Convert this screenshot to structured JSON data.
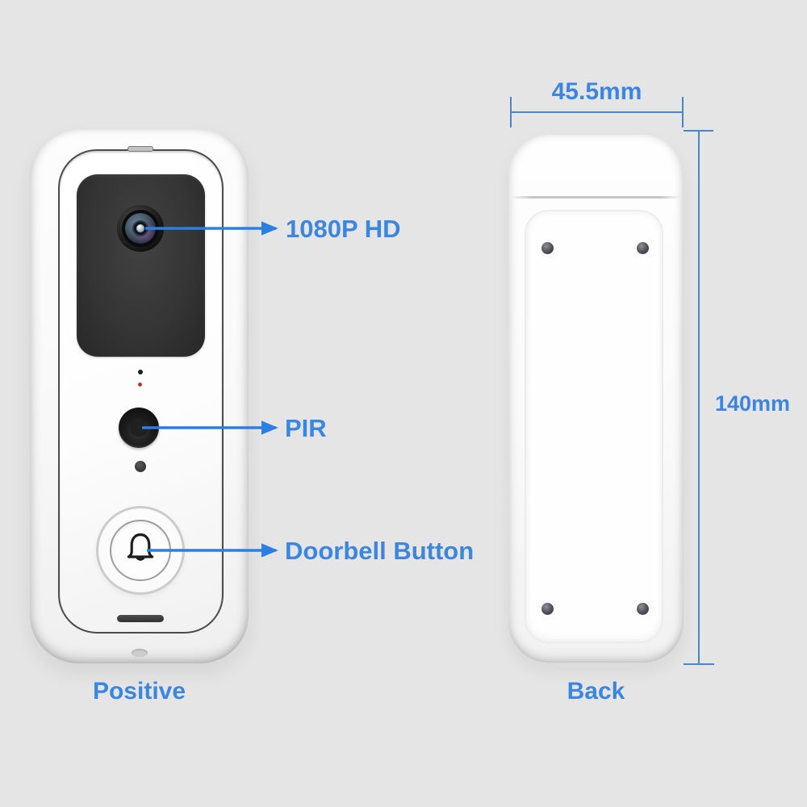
{
  "colors": {
    "background": "#e5e5e5",
    "label_blue": "#3d86e0",
    "arrow_blue": "#2b7fe3",
    "dimension_blue": "#4a86cd"
  },
  "front_view": {
    "caption": "Positive",
    "annotations": [
      {
        "label": "1080P HD"
      },
      {
        "label": "PIR"
      },
      {
        "label": "Doorbell Button"
      }
    ]
  },
  "back_view": {
    "caption": "Back",
    "width_label": "45.5mm",
    "height_label": "140mm"
  }
}
